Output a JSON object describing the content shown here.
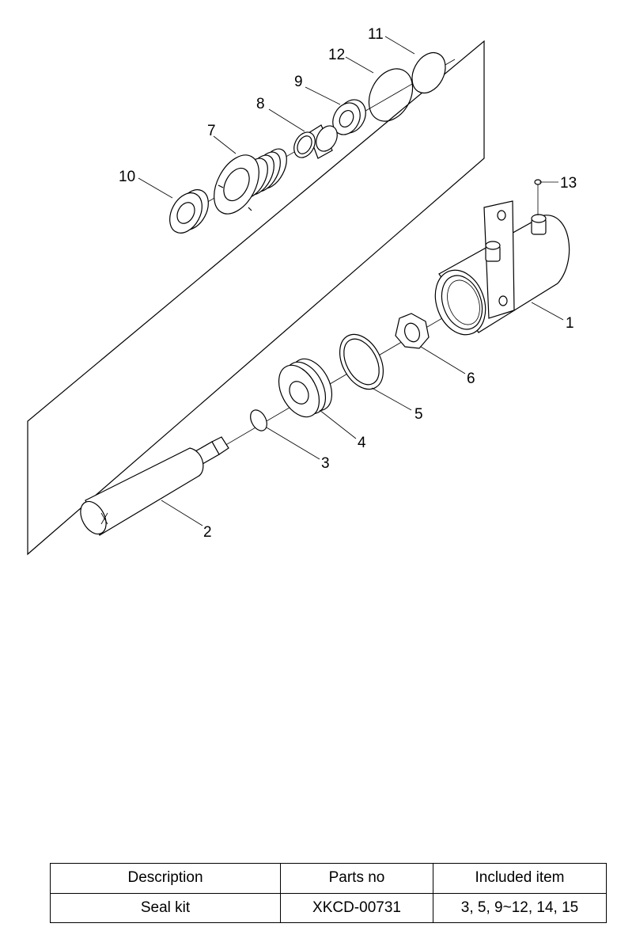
{
  "callouts": [
    "1",
    "2",
    "3",
    "4",
    "5",
    "6",
    "7",
    "8",
    "9",
    "10",
    "11",
    "12",
    "13"
  ],
  "table": {
    "headers": [
      "Description",
      "Parts no",
      "Included item"
    ],
    "rows": [
      [
        "Seal kit",
        "XKCD-00731",
        "3, 5, 9~12, 14, 15"
      ]
    ]
  }
}
